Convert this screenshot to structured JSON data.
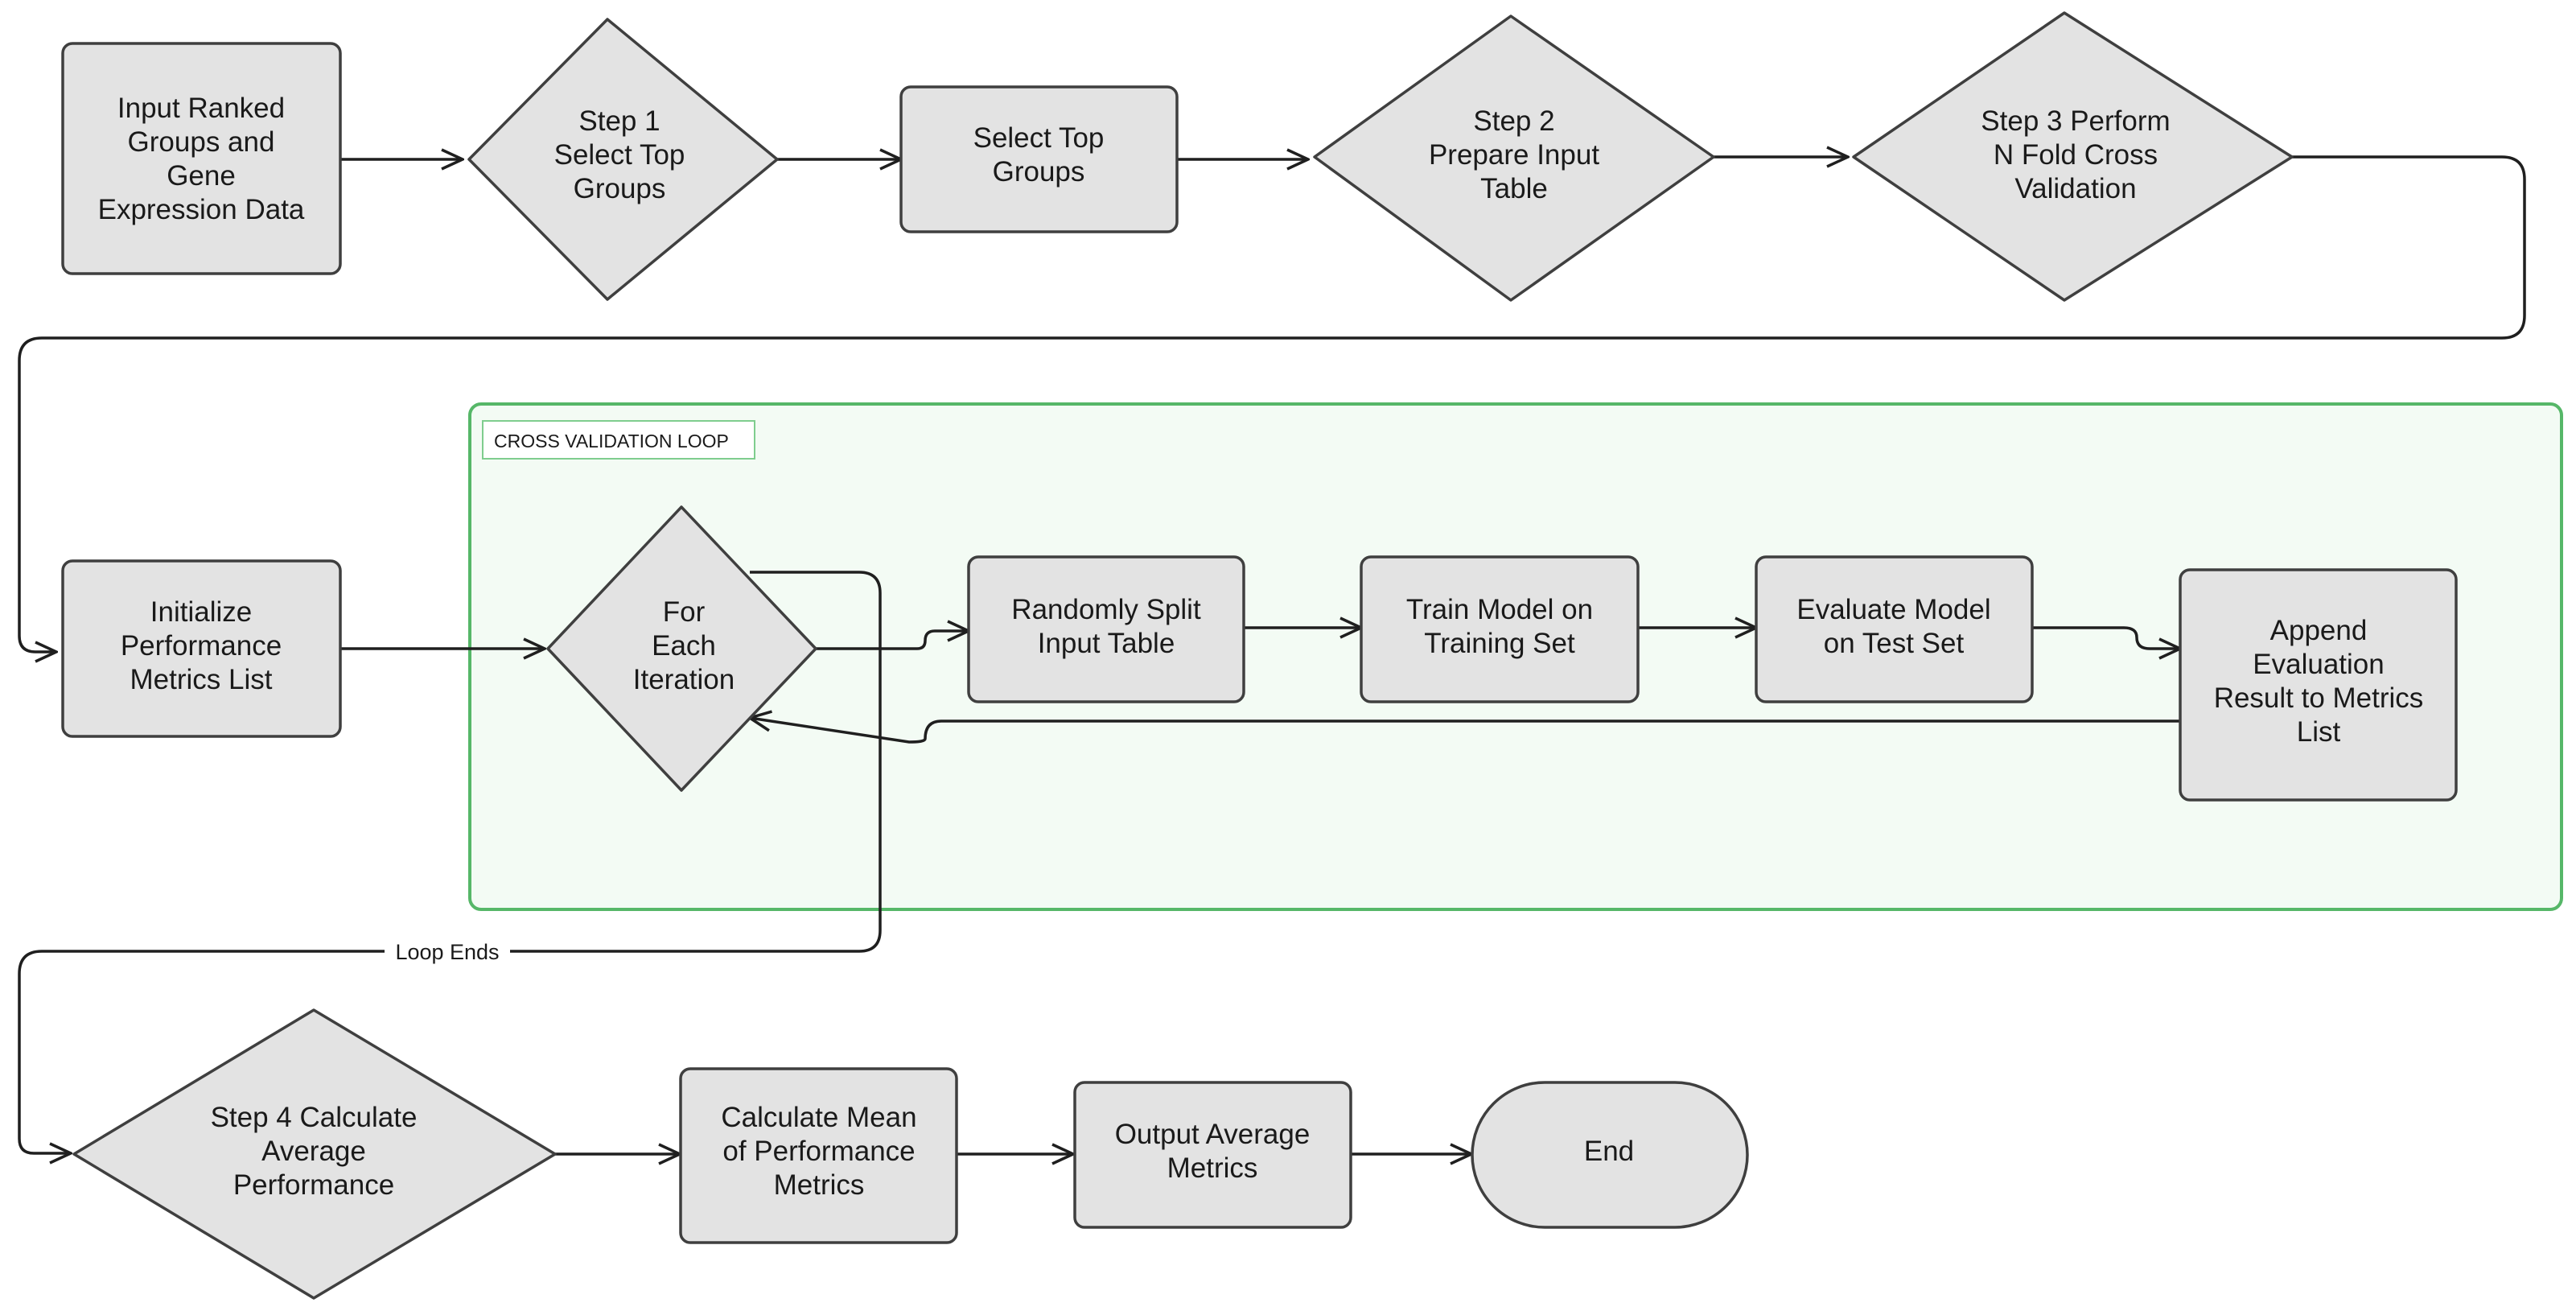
{
  "container": {
    "label": "CROSS VALIDATION LOOP"
  },
  "nodes": {
    "input": [
      "Input Ranked",
      "Groups and",
      "Gene",
      "Expression Data"
    ],
    "step1": [
      "Step 1",
      "Select Top",
      "Groups"
    ],
    "select_top": [
      "Select Top",
      "Groups"
    ],
    "step2": [
      "Step 2",
      "Prepare Input",
      "Table"
    ],
    "step3": [
      "Step 3 Perform",
      "N Fold Cross",
      "Validation"
    ],
    "init": [
      "Initialize",
      "Performance",
      "Metrics List"
    ],
    "for_each": [
      "For",
      "Each",
      "Iteration"
    ],
    "split": [
      "Randomly Split",
      "Input Table"
    ],
    "train": [
      "Train Model on",
      "Training Set"
    ],
    "evaluate": [
      "Evaluate Model",
      "on Test Set"
    ],
    "append": [
      "Append",
      "Evaluation",
      "Result to Metrics",
      "List"
    ],
    "step4": [
      "Step 4 Calculate",
      "Average",
      "Performance"
    ],
    "mean": [
      "Calculate Mean",
      "of Performance",
      "Metrics"
    ],
    "output": [
      "Output Average",
      "Metrics"
    ],
    "end": [
      "End"
    ]
  },
  "edges": {
    "loop_ends": "Loop Ends"
  }
}
